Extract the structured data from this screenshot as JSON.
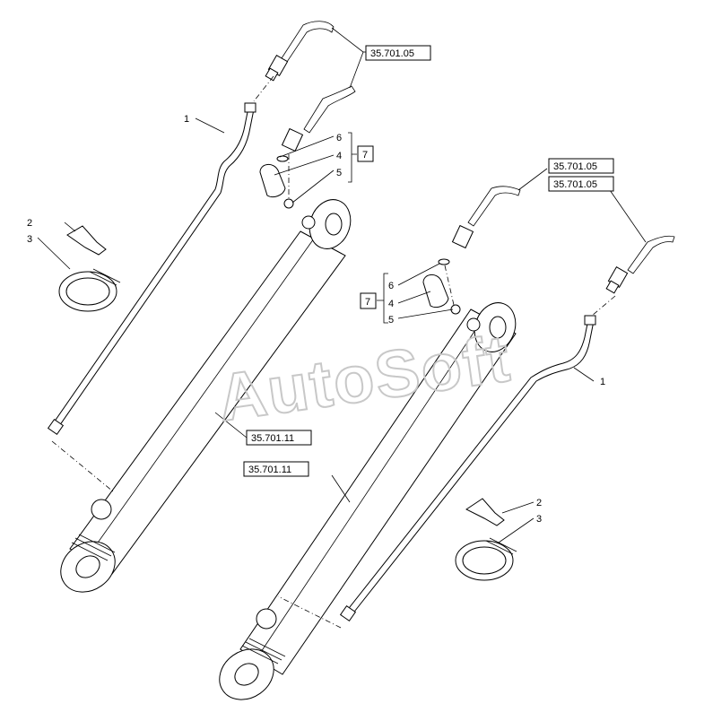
{
  "watermark": "AutoSoft",
  "callouts": {
    "left_pipe": "1",
    "left_clip": "2",
    "left_clamp": "3",
    "left_fitting": "4",
    "left_oring": "5",
    "left_ring": "6",
    "left_kit": "7",
    "right_pipe": "1",
    "right_clip": "2",
    "right_clamp": "3",
    "right_fitting": "4",
    "right_oring": "5",
    "right_ring": "6",
    "right_kit": "7"
  },
  "references": {
    "left_hose_ref": "35.701.05",
    "right_hose_ref_1": "35.701.05",
    "right_hose_ref_2": "35.701.05",
    "left_cylinder_ref": "35.701.11",
    "right_cylinder_ref": "35.701.11"
  }
}
